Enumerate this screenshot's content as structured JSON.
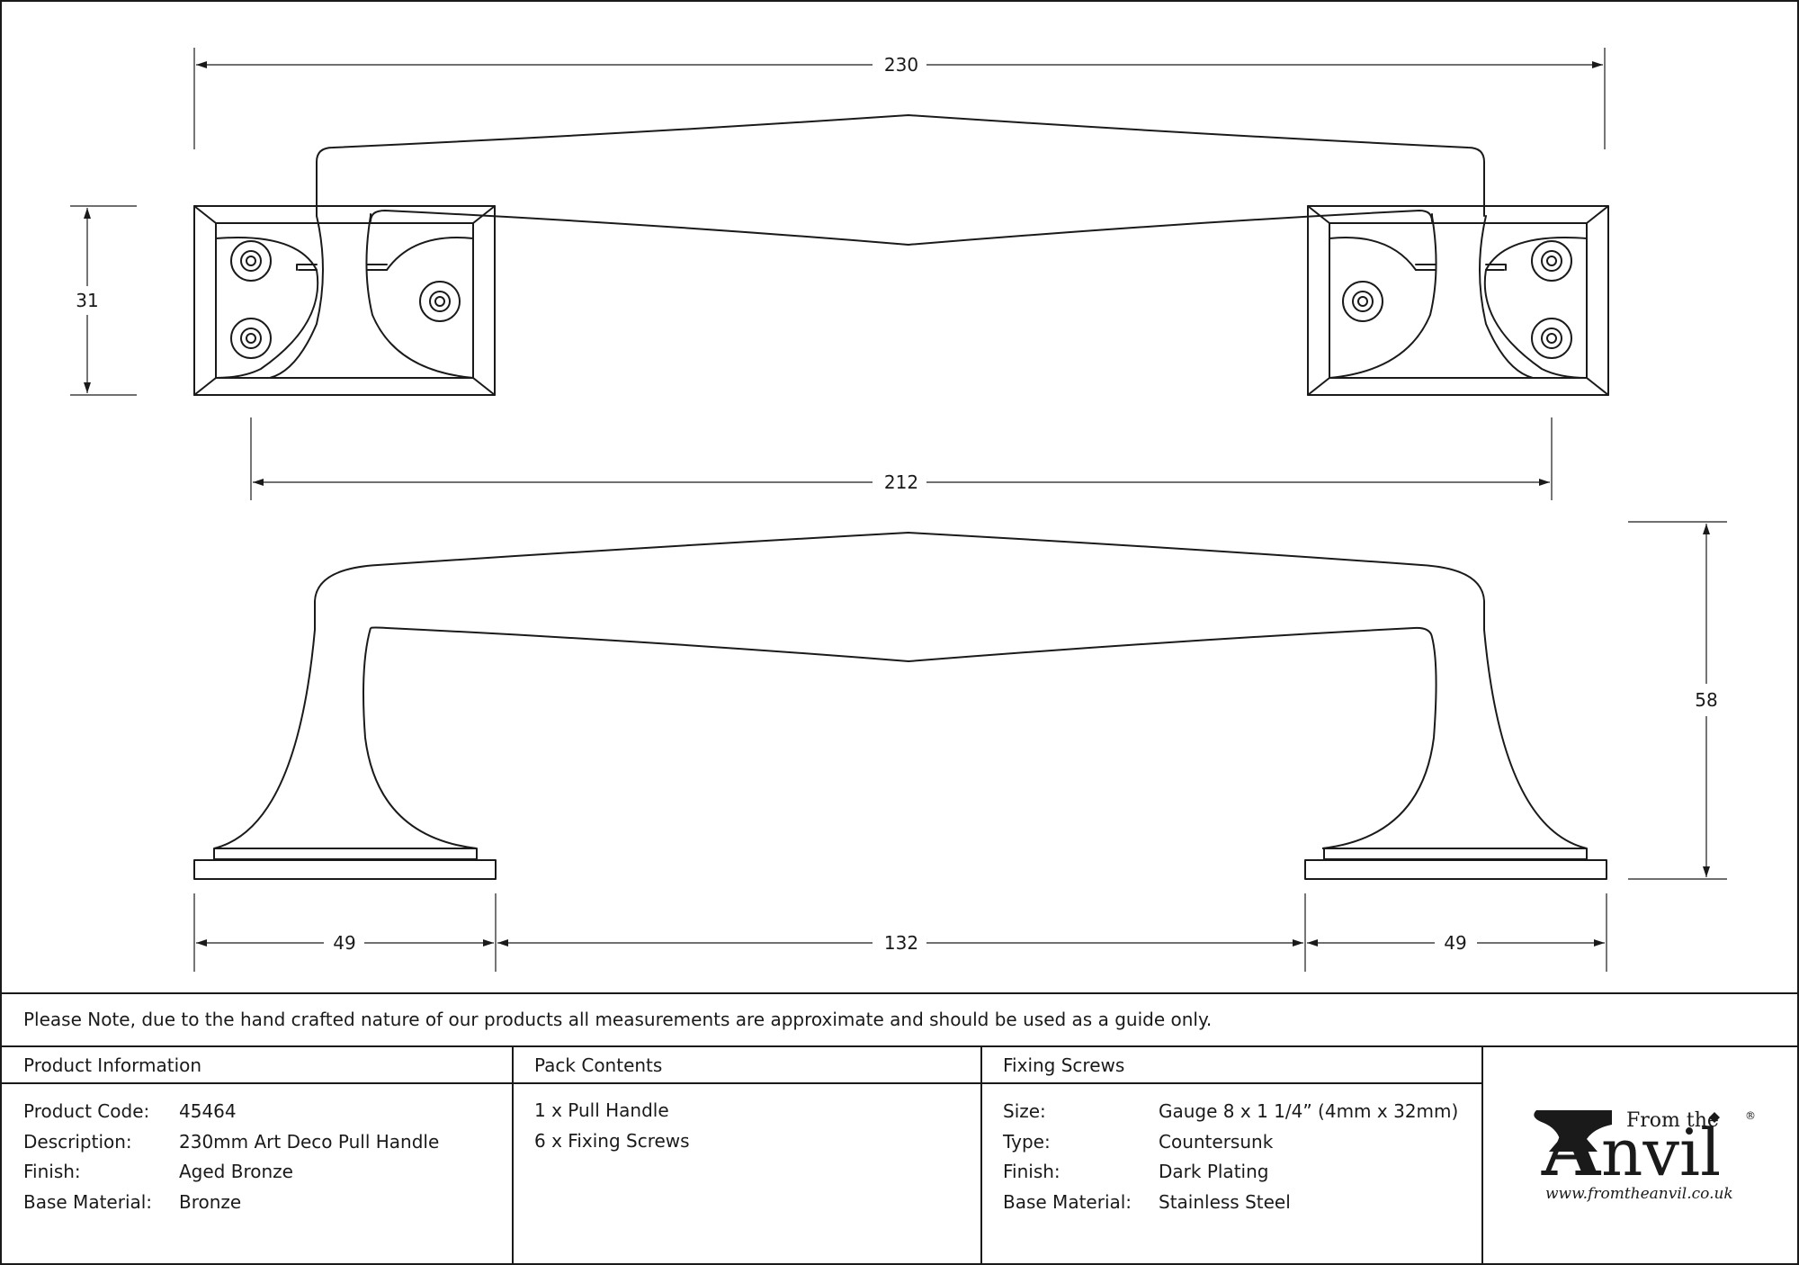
{
  "drawing": {
    "dims": {
      "overall_length": "230",
      "plate_height": "31",
      "centres": "212",
      "projection": "58",
      "left_plate": "49",
      "grip_span": "132",
      "right_plate": "49"
    }
  },
  "note": "Please Note, due to the hand crafted nature of our products all measurements are approximate and should be used as a guide only.",
  "product_info": {
    "heading": "Product Information",
    "rows": [
      {
        "label": "Product Code:",
        "value": "45464"
      },
      {
        "label": "Description:",
        "value": "230mm Art Deco Pull Handle"
      },
      {
        "label": "Finish:",
        "value": "Aged Bronze"
      },
      {
        "label": "Base Material:",
        "value": "Bronze"
      }
    ]
  },
  "pack_contents": {
    "heading": "Pack Contents",
    "items": [
      "1 x Pull Handle",
      "6 x Fixing Screws"
    ]
  },
  "fixing_screws": {
    "heading": "Fixing Screws",
    "rows": [
      {
        "label": "Size:",
        "value": "Gauge 8 x 1 1/4” (4mm x 32mm)"
      },
      {
        "label": "Type:",
        "value": "Countersunk"
      },
      {
        "label": "Finish:",
        "value": "Dark Plating"
      },
      {
        "label": "Base Material:",
        "value": "Stainless Steel"
      }
    ]
  },
  "logo": {
    "from_the": "From the",
    "initial": "A",
    "rest": "nvil",
    "registered": "®",
    "url": "www.fromtheanvil.co.uk"
  }
}
